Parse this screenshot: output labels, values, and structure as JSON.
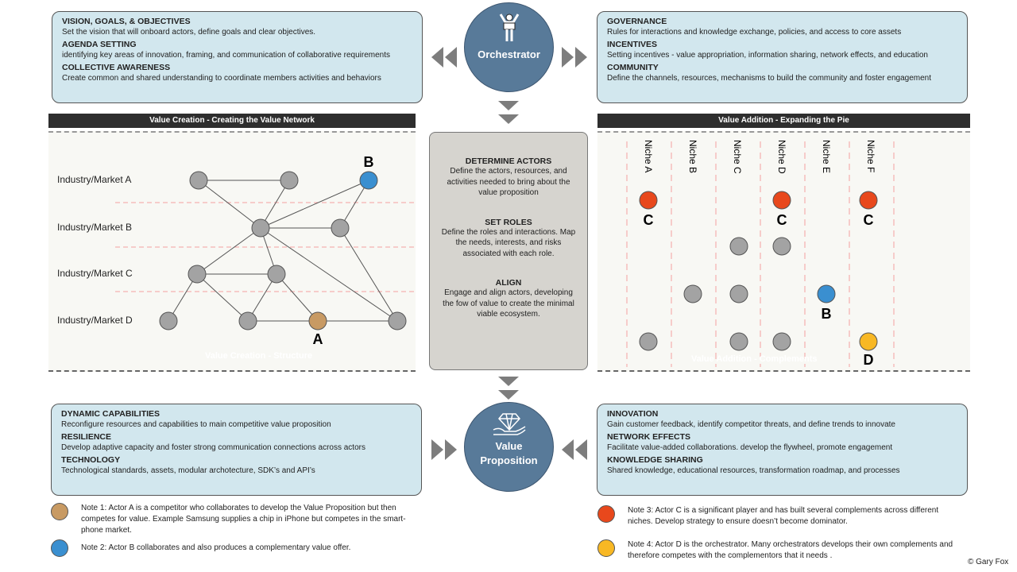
{
  "top_left": [
    {
      "title": "VISION, GOALS, & OBJECTIVES",
      "text": "Set the vision that will onboard actors, define goals and clear objectives."
    },
    {
      "title": "AGENDA SETTING",
      "text": "identifying key areas of innovation, framing, and communication of collaborative requirements"
    },
    {
      "title": "COLLECTIVE AWARENESS",
      "text": "Create common and shared understanding to coordinate members activities and behaviors"
    }
  ],
  "top_right": [
    {
      "title": "GOVERNANCE",
      "text": "Rules for interactions and knowledge exchange, policies, and access to core assets"
    },
    {
      "title": "INCENTIVES",
      "text": "Setting incentives - value appropriation, information sharing, network effects, and education"
    },
    {
      "title": "COMMUNITY",
      "text": "Define the channels, resources, mechanisms to build the community and foster engagement"
    }
  ],
  "orchestrator": {
    "label": "Orchestrator",
    "icon": "conductor-icon"
  },
  "value_prop": {
    "line1": "Value",
    "line2": "Proposition",
    "icon": "diamond-hand-icon"
  },
  "left_panel": {
    "header": "Value Creation - Creating the Value Network",
    "watermark": "Value Creation - Structure",
    "markets": [
      "Industry/Market A",
      "Industry/Market B",
      "Industry/Market C",
      "Industry/Market D"
    ],
    "labels": {
      "A": "A",
      "B": "B"
    }
  },
  "right_panel": {
    "header": "Value Addition - Expanding the Pie",
    "watermark": "Value Addition - Complements",
    "niches": [
      "Niche A",
      "Niche B",
      "Niche C",
      "Niche D",
      "Niche E",
      "Niche F"
    ],
    "labels": {
      "B": "B",
      "C": "C",
      "D": "D"
    }
  },
  "center": [
    {
      "title": "DETERMINE ACTORS",
      "text": "Define the actors, resources, and activities needed to bring about the value proposition"
    },
    {
      "title": "SET ROLES",
      "text": "Define the roles and interactions. Map the needs, interests, and risks associated with each role."
    },
    {
      "title": "ALIGN",
      "text": "Engage and align actors, developing the fow of value to create the minimal viable ecosystem."
    }
  ],
  "bottom_left": [
    {
      "title": "DYNAMIC CAPABILITIES",
      "text": "Reconfigure resources and capabilities to main competitive value proposition"
    },
    {
      "title": "RESILIENCE",
      "text": "Develop adaptive capacity and foster strong communication connections across actors"
    },
    {
      "title": "TECHNOLOGY",
      "text": "Technological standards, assets, modular archotecture, SDK’s and API’s"
    }
  ],
  "bottom_right": [
    {
      "title": "INNOVATION",
      "text": "Gain customer feedback, identify competitor threats, and define trends to innovate"
    },
    {
      "title": "NETWORK EFFECTS",
      "text": "Facilitate value-added collaborations. develop the flywheel, promote engagement"
    },
    {
      "title": "KNOWLEDGE SHARING",
      "text": "Shared knowledge, educational resources, transformation roadmap, and processes"
    }
  ],
  "notes": [
    {
      "text": "Note 1: Actor A is a competitor who collaborates to develop the Value Proposition but then competes for value. Example Samsung supplies a chip in iPhone but competes in the smart-phone market.",
      "color": "#c89a63"
    },
    {
      "text": "Note 2: Actor B collaborates and also produces a complementary value offer.",
      "color": "#3a8fd0"
    },
    {
      "text": "Note 3: Actor C is a significant player and has built several complements across different niches. Develop strategy to ensure doesn’t become dominator.",
      "color": "#e8481c"
    },
    {
      "text": "Note 4: Actor D is the orchestrator. Many orchestrators develops their own complements and therefore competes with the complementors that it needs .",
      "color": "#f8b824"
    }
  ],
  "colors": {
    "box": "#d2e7ee",
    "circle": "#587a99",
    "gray_node": "#a3a3a3"
  },
  "copyright": "© Gary Fox"
}
